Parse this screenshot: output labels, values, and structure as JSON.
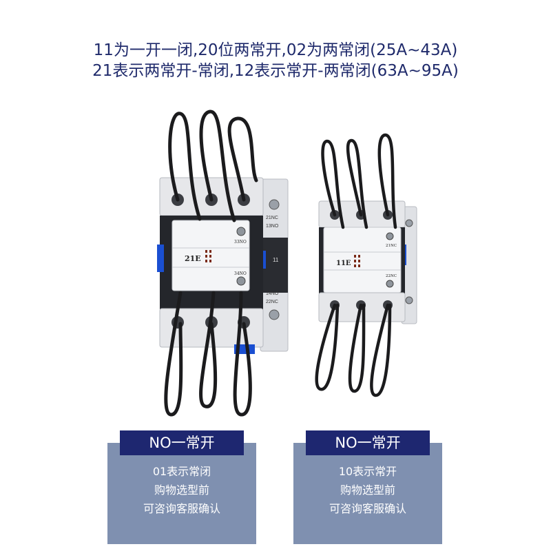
{
  "headline": {
    "line1": "11为一开一闭,20位两常开,02为两常闭(25A~43A)",
    "line2": "21表示两常开-常闭,12表示常开-两常闭(63A~95A)"
  },
  "product_labels": {
    "left_model": "21E",
    "right_model": "11E",
    "left_upper_contact": "33NO",
    "left_lower_contact": "34NO",
    "left_side_top": "21NC",
    "left_side_top2": "13NO",
    "left_side_mid": "11",
    "left_side_bottom": "14NO",
    "left_side_bottom2": "22NC",
    "right_upper_contact": "21NC",
    "right_lower_contact": "22NC"
  },
  "cards": [
    {
      "title": "NO一常开",
      "lines": [
        "01表示常闭",
        "购物选型前",
        "可咨询客服确认"
      ]
    },
    {
      "title": "NO一常开",
      "lines": [
        "10表示常开",
        "购物选型前",
        "可咨询客服确认"
      ]
    }
  ],
  "colors": {
    "headline": "#1f2a6b",
    "card_title_bg": "#1e2770",
    "card_body_bg": "#7f90b0",
    "contactor_body": "#e9eaec",
    "contactor_dark": "#24262b",
    "accent_blue": "#1a4fd1"
  }
}
